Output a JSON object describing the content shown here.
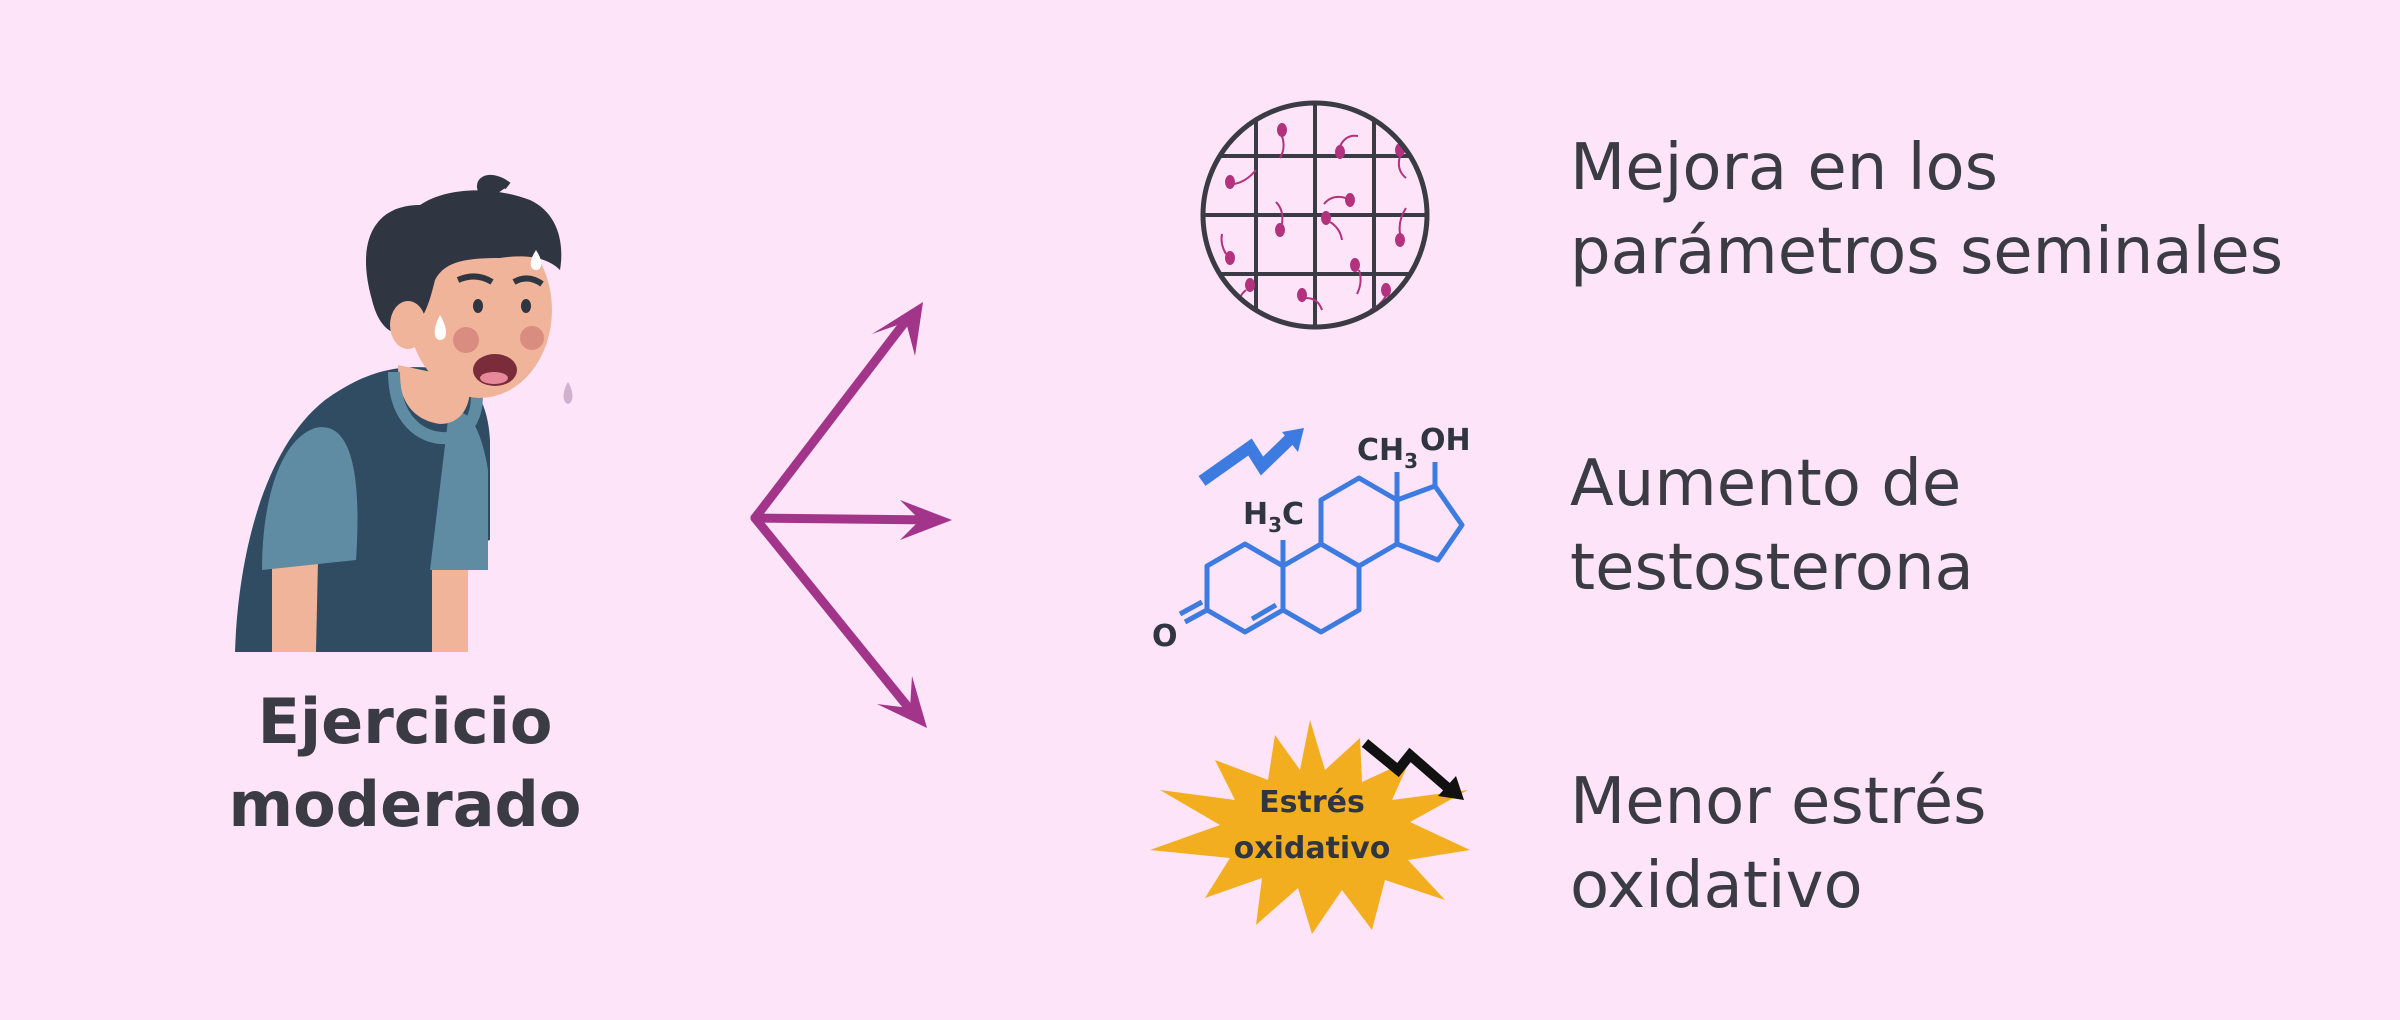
{
  "subject": {
    "label_line1": "Ejercicio",
    "label_line2": "moderado"
  },
  "benefits": [
    {
      "line1": "Mejora en los",
      "line2": "parámetros seminales",
      "icon": "sperm-microscope-grid-icon"
    },
    {
      "line1": "Aumento de",
      "line2": "testosterona",
      "icon": "testosterone-molecule-icon"
    },
    {
      "line1": "Menor estrés",
      "line2": "oxidativo",
      "icon": "oxidative-stress-burst-icon"
    }
  ],
  "molecule": {
    "ch3_top": "CH",
    "ch3_top_sub": "3",
    "oh": "OH",
    "h3c_h": "H",
    "h3c_sub": "3",
    "h3c_c": "C",
    "oxygen": "O"
  },
  "stress_badge": {
    "line1": "Estrés",
    "line2": "oxidativo"
  },
  "colors": {
    "background": "#fde4f8",
    "arrow": "#a2358a",
    "molecule": "#3d7be0",
    "burst": "#f2ae1f",
    "text": "#3b3b45",
    "sperm": "#b2327e"
  }
}
